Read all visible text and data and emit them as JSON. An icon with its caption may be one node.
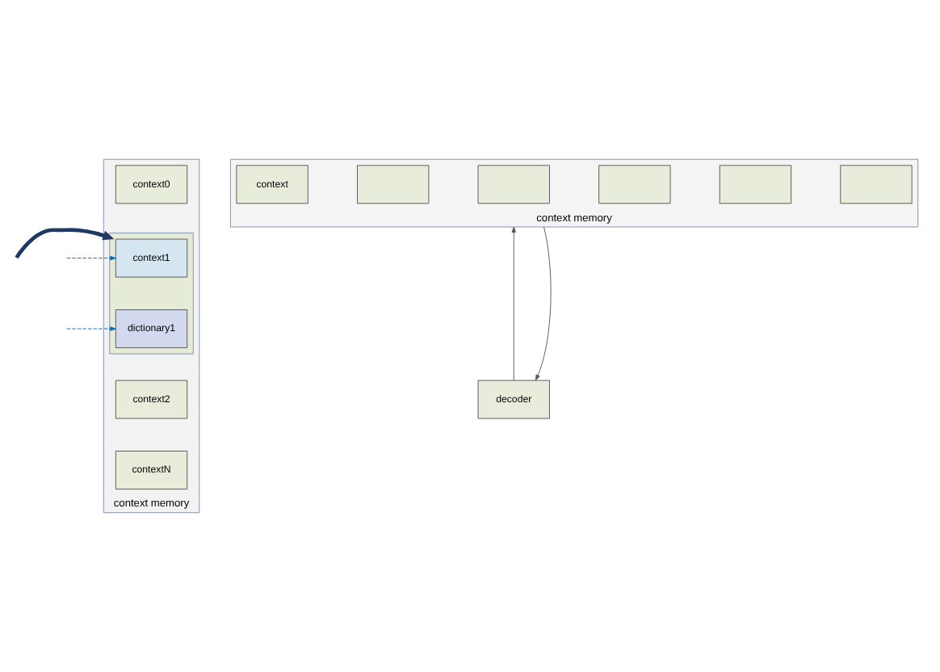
{
  "diagram": {
    "nodes": [
      {
        "text": [
          "context memory"
        ]
      },
      {
        "text": [
          "context0"
        ],
        "in": 0
      },
      {
        "text": [],
        "shape": "box",
        "in": 0
      },
      {
        "text": [
          "context1"
        ],
        "in": 2
      },
      {
        "text": [
          "dictionary1"
        ],
        "in": 2
      },
      {
        "text": [
          "context2"
        ],
        "in": 0
      },
      {
        "text": [
          "contextN"
        ],
        "in": 0
      },
      {
        "text": [
          "context memory"
        ]
      },
      {
        "text": [
          "context"
        ],
        "in": 7
      },
      {
        "text": [],
        "shape": "box",
        "in": 7
      },
      {
        "text": [],
        "shape": "box",
        "in": 7
      },
      {
        "text": [],
        "shape": "box",
        "in": 7
      },
      {
        "text": [],
        "shape": "box",
        "in": 7
      },
      {
        "text": [],
        "shape": "box",
        "in": 7
      },
      {
        "text": [
          "decoder"
        ]
      }
    ],
    "edges": [
      {
        "from": null,
        "to": 2,
        "arrow": "to",
        "style": "thick",
        "color": "#1f3864"
      },
      {
        "from": null,
        "to": 3,
        "arrow": "to",
        "style": "dashed",
        "color": "#0070c0"
      },
      {
        "from": null,
        "to": 4,
        "arrow": "to",
        "style": "dashed",
        "color": "#0070c0"
      },
      {
        "from": 14,
        "to": 7,
        "arrow": "to",
        "color": "#595959"
      },
      {
        "from": 7,
        "to": 14,
        "arrow": "to",
        "color": "#595959"
      }
    ]
  }
}
